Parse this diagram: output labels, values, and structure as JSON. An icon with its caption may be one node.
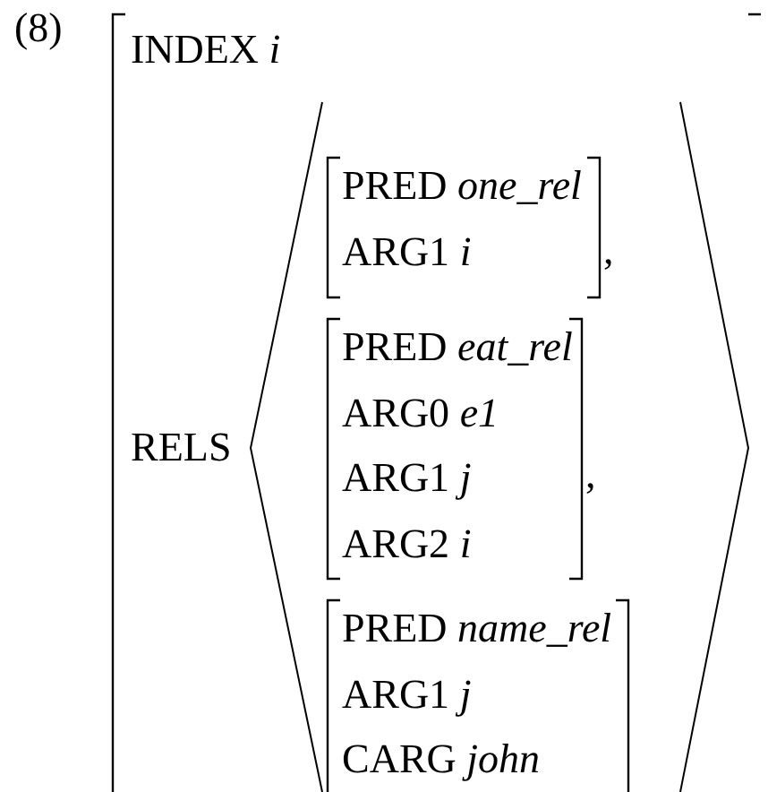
{
  "diagram": {
    "nodes": [
      {
        "text": [
          "INDEX *i*",
          "RELS"
        ]
      },
      {
        "text": [
          "PRED *one_rel*",
          "ARG1 *i*"
        ],
        "in": 0,
        "beside": [
          ","
        ]
      },
      {
        "text": [
          "PRED *eat_rel*",
          "ARG0 *e1*",
          "ARG1 *j*",
          "ARG2 *i*"
        ],
        "in": 0,
        "beside": [
          ","
        ]
      },
      {
        "text": [
          "PRED *name_rel*",
          "ARG1 *j*",
          "CARG *john*"
        ],
        "in": 0
      }
    ],
    "labels": [
      "(8)"
    ]
  }
}
